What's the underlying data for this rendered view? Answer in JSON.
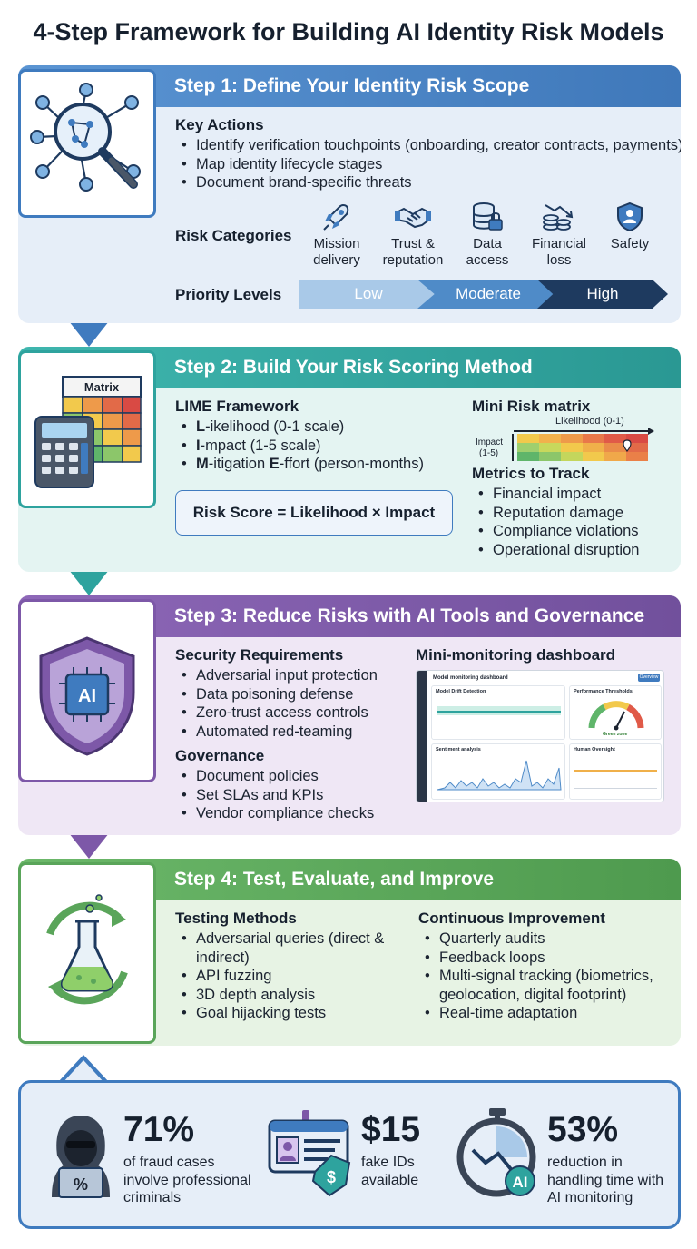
{
  "title": "4-Step Framework for Building AI Identity Risk Models",
  "colors": {
    "step1": "#3f7bbf",
    "step2": "#2ea39e",
    "step3": "#7d58a8",
    "step4": "#5aa55a",
    "stats_border": "#3f7bbf"
  },
  "step1": {
    "heading": "Step 1: Define Your Identity Risk Scope",
    "key_actions_title": "Key Actions",
    "key_actions": [
      "Identify verification touchpoints (onboarding, creator contracts, payments)",
      "Map identity lifecycle stages",
      "Document brand-specific threats"
    ],
    "risk_categories_title": "Risk Categories",
    "risk_categories": [
      {
        "line1": "Mission",
        "line2": "delivery",
        "icon": "rocket-icon"
      },
      {
        "line1": "Trust &",
        "line2": "reputation",
        "icon": "handshake-icon"
      },
      {
        "line1": "Data",
        "line2": "access",
        "icon": "database-lock-icon"
      },
      {
        "line1": "Financial",
        "line2": "loss",
        "icon": "coins-down-icon"
      },
      {
        "line1": "Safety",
        "line2": "",
        "icon": "shield-person-icon"
      }
    ],
    "priority_title": "Priority Levels",
    "priority_levels": [
      "Low",
      "Moderate",
      "High"
    ]
  },
  "step2": {
    "heading": "Step 2: Build Your Risk Scoring Method",
    "matrix_label": "Matrix",
    "lime_title": "LIME Framework",
    "lime_items": [
      {
        "bold": "L",
        "rest": "-ikelihood (0-1 scale)"
      },
      {
        "bold": "I",
        "rest": "-mpact (1-5 scale)"
      },
      {
        "bold": "M",
        "rest": "-itigation ",
        "bold2": "E",
        "rest2": "-ffort (person-months)"
      }
    ],
    "formula": "Risk Score = Likelihood × Impact",
    "mini_matrix_title": "Mini Risk matrix",
    "likelihood_label": "Likelihood (0-1)",
    "impact_label_1": "Impact",
    "impact_label_2": "(1-5)",
    "metrics_title": "Metrics to Track",
    "metrics": [
      "Financial impact",
      "Reputation damage",
      "Compliance violations",
      "Operational disruption"
    ]
  },
  "step3": {
    "heading": "Step 3: Reduce Risks with AI Tools and Governance",
    "icon_text": "AI",
    "security_title": "Security Requirements",
    "security_items": [
      "Adversarial input protection",
      "Data poisoning defense",
      "Zero-trust access controls",
      "Automated red-teaming"
    ],
    "governance_title": "Governance",
    "governance_items": [
      "Document policies",
      "Set SLAs and KPIs",
      "Vendor compliance checks"
    ],
    "dashboard_title": "Mini-monitoring dashboard",
    "dashboard": {
      "header": "Model monitoring dashboard",
      "panel1": "Model Drift Detection",
      "panel2": "Performance Thresholds",
      "panel3": "Sentiment analysis",
      "panel4": "Human Oversight",
      "gauge_label": "Green zone",
      "badge": "Overview"
    }
  },
  "step4": {
    "heading": "Step 4: Test, Evaluate, and Improve",
    "testing_title": "Testing Methods",
    "testing_items": [
      "Adversarial queries (direct &",
      "indirect)",
      "API fuzzing",
      "3D depth analysis",
      "Goal hijacking tests"
    ],
    "improvement_title": "Continuous Improvement",
    "improvement_items": [
      "Quarterly audits",
      "Feedback loops",
      "Multi-signal tracking (biometrics,",
      "geolocation, digital footprint)",
      "Real-time adaptation"
    ]
  },
  "stats": [
    {
      "value": "71%",
      "line1": "of fraud cases",
      "line2": "involve professional",
      "line3": "criminals",
      "icon": "hacker-icon"
    },
    {
      "value": "$15",
      "line1": "fake IDs",
      "line2": "available",
      "line3": "",
      "icon": "fake-id-card-icon"
    },
    {
      "value": "53%",
      "line1": "reduction in",
      "line2": "handling time with",
      "line3": "AI monitoring",
      "icon": "stopwatch-ai-icon"
    }
  ]
}
